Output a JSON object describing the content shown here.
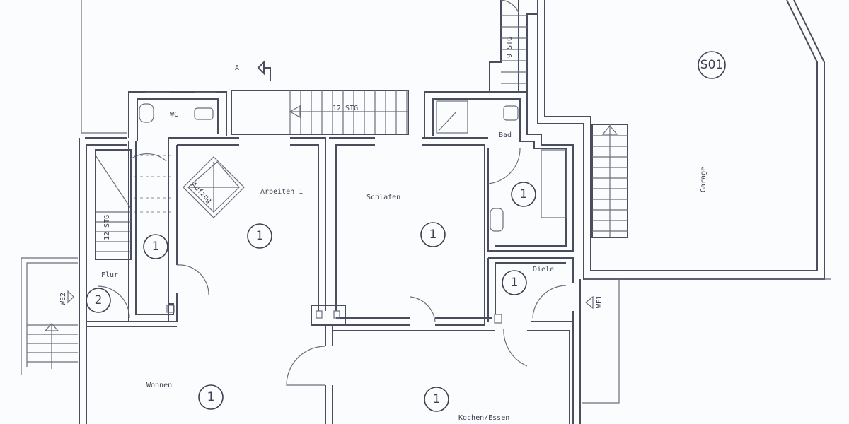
{
  "plan": {
    "rooms": {
      "wc": "WC",
      "arbeiten": "Arbeiten 1",
      "schlafen": "Schlafen",
      "bad": "Bad",
      "garage": "Garage",
      "flur": "Flur",
      "diele": "Diele",
      "wohnen": "Wohnen",
      "kochen": "Kochen/Essen",
      "aufzug": "Aufzug"
    },
    "stairs": {
      "top": "12 STG",
      "left": "12 STG",
      "upper_right": "9 STG"
    },
    "entrances": {
      "we1": "WE1",
      "we2": "WE2"
    },
    "markers": {
      "arbeiten": "1",
      "schlafen": "1",
      "bad": "1",
      "flur": "1",
      "diele": "1",
      "we2": "2",
      "wohnen": "1",
      "kochen": "1",
      "garage": "S01"
    },
    "section_mark": "A",
    "line_color": "#4a4d5e"
  }
}
